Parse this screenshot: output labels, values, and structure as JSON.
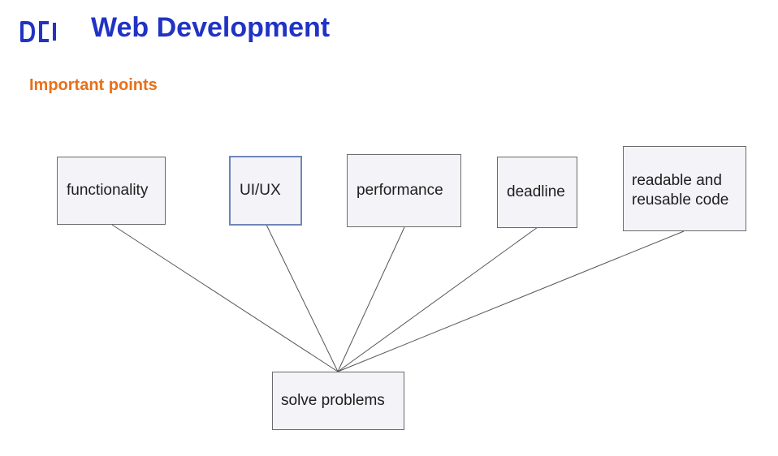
{
  "header": {
    "logo_text": "DCI",
    "title": "Web Development",
    "subtitle": "Important points"
  },
  "colors": {
    "title": "#2033c4",
    "subtitle": "#e8701a",
    "box_fill": "#f3f3f8",
    "box_border": "#6b6b6b",
    "line": "#555555"
  },
  "diagram": {
    "top_nodes": [
      {
        "id": "functionality",
        "label": "functionality"
      },
      {
        "id": "uiux",
        "label": "UI/UX"
      },
      {
        "id": "performance",
        "label": "performance"
      },
      {
        "id": "deadline",
        "label": "deadline"
      },
      {
        "id": "readable",
        "label": "readable and reusable code"
      }
    ],
    "bottom_node": {
      "id": "solve",
      "label": "solve problems"
    },
    "edges": [
      [
        "functionality",
        "solve"
      ],
      [
        "uiux",
        "solve"
      ],
      [
        "performance",
        "solve"
      ],
      [
        "deadline",
        "solve"
      ],
      [
        "readable",
        "solve"
      ]
    ]
  }
}
